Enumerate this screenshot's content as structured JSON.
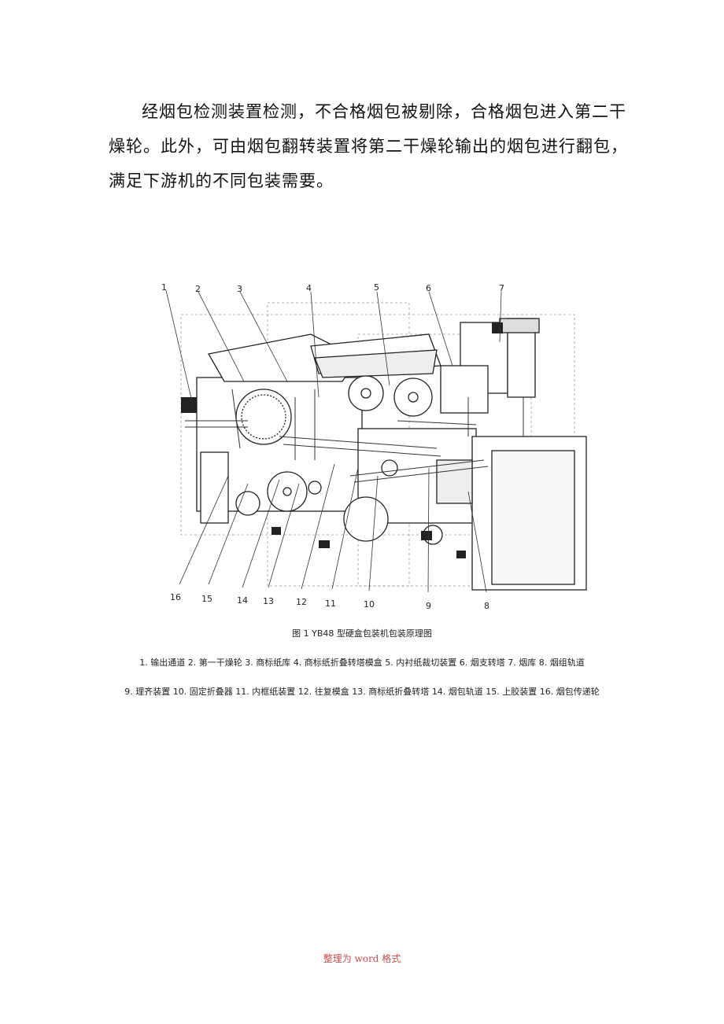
{
  "paragraph": {
    "lines": [
      "经烟包检测装置检测，不合格烟包被剔除，合格烟包进入第二干",
      "燥轮。此外，可由烟包翻转装置将第二干燥轮输出的烟包进行翻包，",
      "满足下游机的不同包装需要。"
    ]
  },
  "figure": {
    "labels_top": [
      "1",
      "2",
      "3",
      "4",
      "5",
      "6",
      "7"
    ],
    "labels_bottom": [
      "16",
      "15",
      "14",
      "13",
      "12",
      "11",
      "10",
      "9",
      "8"
    ],
    "caption": "图 1  YB48 型硬盒包装机包装原理图",
    "legend_line1": "1. 输出通道 2. 第一干燥轮 3. 商标纸库 4. 商标纸折叠转塔模盒 5. 内衬纸裁切装置 6. 烟支转塔 7. 烟库 8. 烟组轨道",
    "legend_line2": "9. 理齐装置 10. 固定折叠器 11. 内框纸装置 12. 往复模盒 13. 商标纸折叠转塔 14. 烟包轨道 15. 上胶装置 16. 烟包传递轮"
  },
  "footer": "整理为 word 格式"
}
